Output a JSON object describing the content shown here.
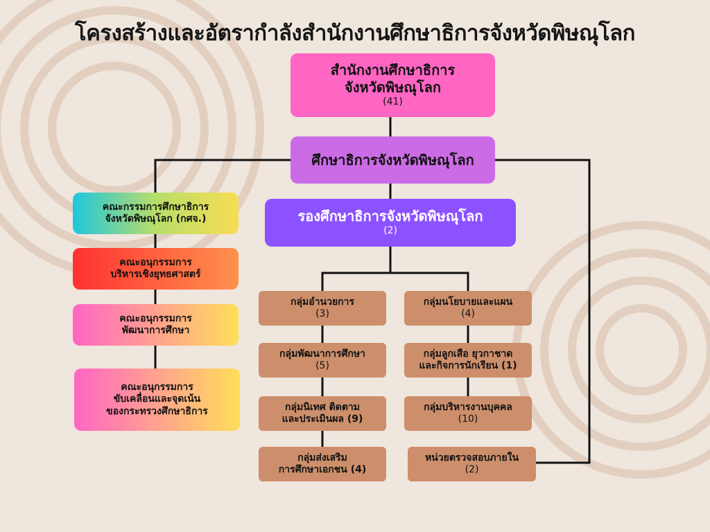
{
  "title": "โครงสร้างและอัตรากำลังสำนักงานศึกษาธิการจังหวัดพิษณุโลก",
  "office": {
    "line1": "สำนักงานศึกษาธิการ",
    "line2": "จังหวัดพิษณุโลก",
    "count": "(41)"
  },
  "director": {
    "label": "ศึกษาธิการจังหวัดพิษณุโลก"
  },
  "deputy": {
    "label": "รองศึกษาธิการจังหวัดพิษณุโลก",
    "count": "(2)"
  },
  "committees": [
    {
      "line1": "คณะกรรมการศึกษาธิการ",
      "line2": "จังหวัดพิษณุโลก (กศจ.)",
      "line3": ""
    },
    {
      "line1": "คณะอนุกรรมการ",
      "line2": "บริหารเชิงยุทธศาสตร์",
      "line3": ""
    },
    {
      "line1": "คณะอนุกรรมการ",
      "line2": "พัฒนาการศึกษา",
      "line3": ""
    },
    {
      "line1": "คณะอนุกรรมการ",
      "line2": "ขับเคลื่อนและจุดเน้น",
      "line3": "ของกระทรวงศึกษาธิการ"
    }
  ],
  "groups_left": [
    {
      "line1": "กลุ่มอำนวยการ",
      "line2": "(3)"
    },
    {
      "line1": "กลุ่มพัฒนาการศึกษา",
      "line2": "(5)"
    },
    {
      "line1": "กลุ่มนิเทศ ติดตาม",
      "line2": "และประเมินผล (9)"
    },
    {
      "line1": "กลุ่มส่งเสริม",
      "line2": "การศึกษาเอกชน (4)"
    }
  ],
  "groups_right": [
    {
      "line1": "กลุ่มนโยบายและแผน",
      "line2": "(4)"
    },
    {
      "line1": "กลุ่มลูกเสือ ยุวกาชาด",
      "line2": "และกิจการนักเรียน (1)"
    },
    {
      "line1": "กลุ่มบริหารงานบุคคล",
      "line2": "(10)"
    },
    {
      "line1": "หน่วยตรวจสอบภายใน",
      "line2": "(2)"
    }
  ],
  "colors": {
    "background": "#efe6dd",
    "office": "#ff66c4",
    "director": "#cb6ce6",
    "deputy": "#8c52ff",
    "group": "#cd8f6b",
    "rings": "#e2cfc0"
  }
}
